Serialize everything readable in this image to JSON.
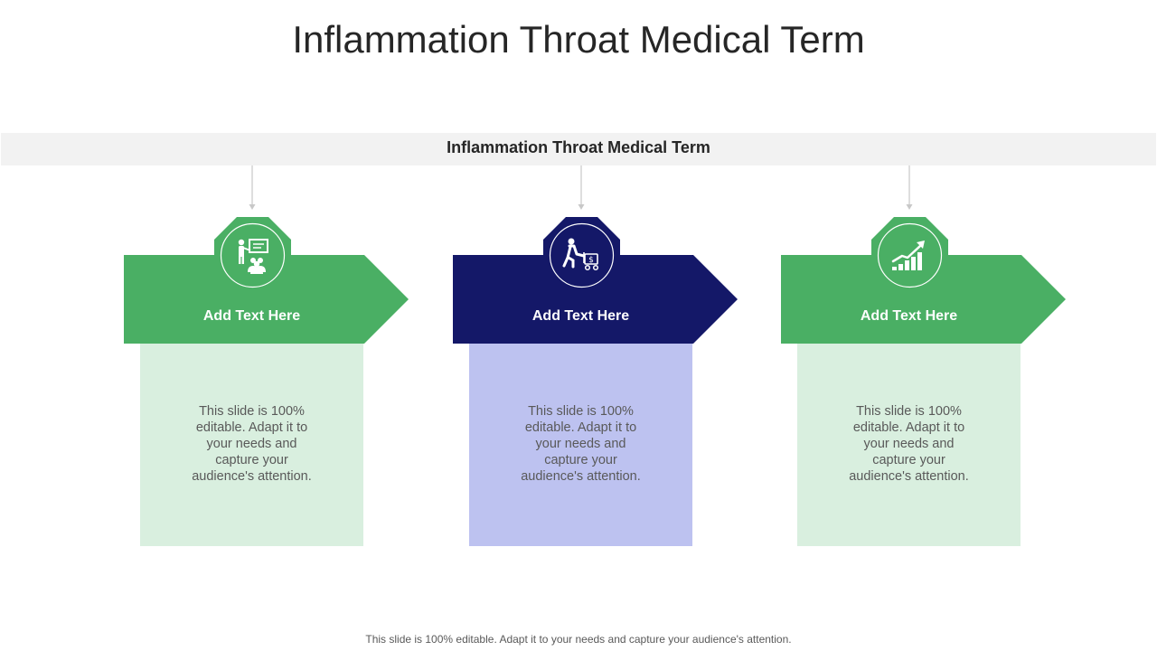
{
  "title": "Inflammation Throat Medical Term",
  "banner": {
    "label": "Inflammation Throat Medical Term"
  },
  "colors": {
    "green": "#4aaf64",
    "green_light": "#d9efdf",
    "navy": "#141868",
    "navy_light": "#bdc2f0",
    "banner_bg": "#f2f2f2"
  },
  "columns": [
    {
      "header": "Add  Text Here",
      "text": "This slide is 100% editable. Adapt  it to your needs and capture your audience's attention.",
      "icon": "presentation-audience-icon",
      "color": "green"
    },
    {
      "header": "Add  Text Here",
      "text": "This slide is 100% editable. Adapt  it to your needs and capture your audience's attention.",
      "icon": "person-pushing-money-cart-icon",
      "color": "navy"
    },
    {
      "header": "Add  Text Here",
      "text": "This slide is 100% editable. Adapt  it to your needs and capture your audience's attention.",
      "icon": "growth-bar-chart-icon",
      "color": "green"
    }
  ],
  "footer": "This slide is 100% editable. Adapt it to your needs and capture your audience's attention."
}
